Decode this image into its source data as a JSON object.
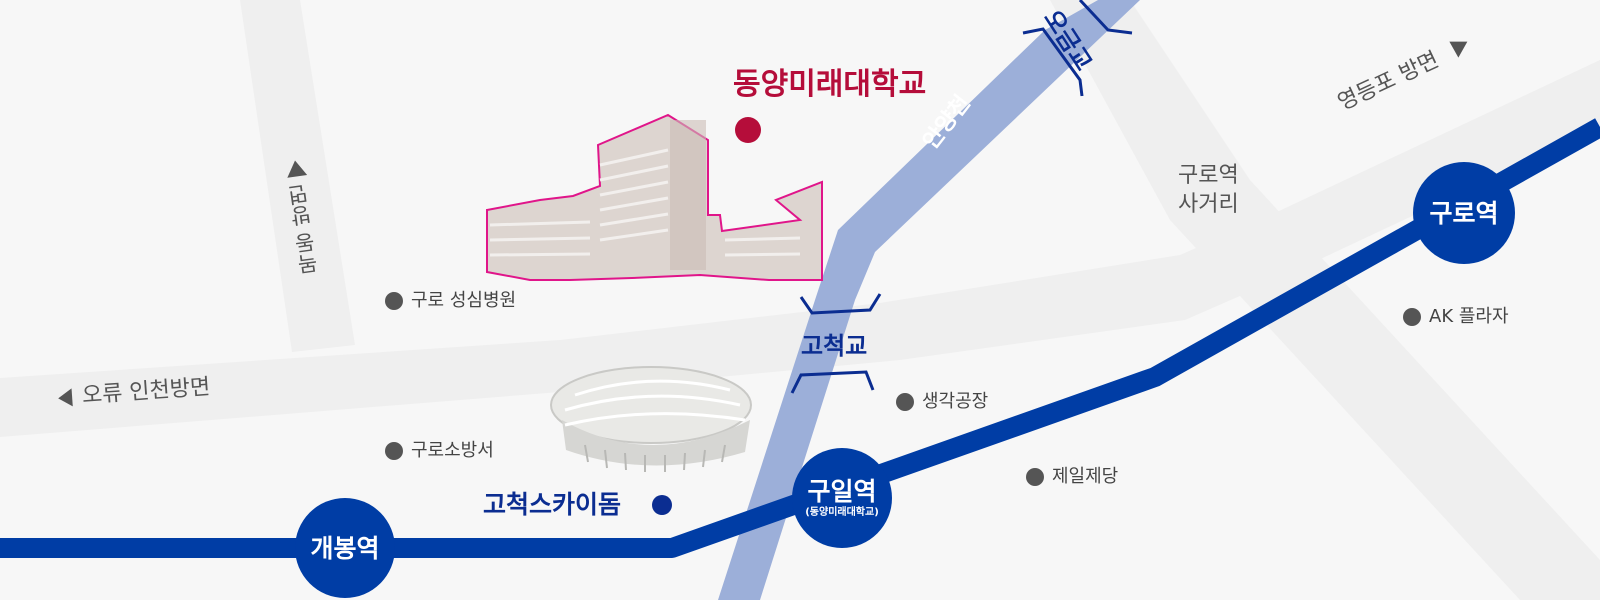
{
  "map": {
    "colors": {
      "background": "#f7f7f7",
      "road": "#efefef",
      "river": "#9cafd9",
      "subway_line": "#003da5",
      "bridge_stroke": "#0b2d91",
      "university_accent": "#b50d3a",
      "building_outline": "#e0158a",
      "poi_dot": "#555555",
      "road_label": "#555555"
    },
    "destination": {
      "name": "동양미래대학교",
      "marker_color": "#b50d3a"
    },
    "landmark": {
      "name": "고척스카이돔",
      "marker_color": "#0b2d91"
    },
    "river": {
      "name": "안양천"
    },
    "bridges": [
      {
        "name": "고척교"
      },
      {
        "name": "오금교"
      }
    ],
    "directions": [
      {
        "label": "오류 인천방면",
        "arrow": "left-triangle-icon"
      },
      {
        "label": "목동 방면",
        "arrow": "up-triangle-icon"
      },
      {
        "label": "영등포 방면",
        "arrow": "right-triangle-icon"
      }
    ],
    "intersection": {
      "line1": "구로역",
      "line2": "사거리"
    },
    "stations": [
      {
        "name": "개봉역",
        "sub": ""
      },
      {
        "name": "구일역",
        "sub": "(동양미래대학교)"
      },
      {
        "name": "구로역",
        "sub": ""
      }
    ],
    "pois": [
      {
        "name": "구로 성심병원"
      },
      {
        "name": "구로소방서"
      },
      {
        "name": "생각공장"
      },
      {
        "name": "제일제당"
      },
      {
        "name": "AK 플라자"
      }
    ]
  }
}
